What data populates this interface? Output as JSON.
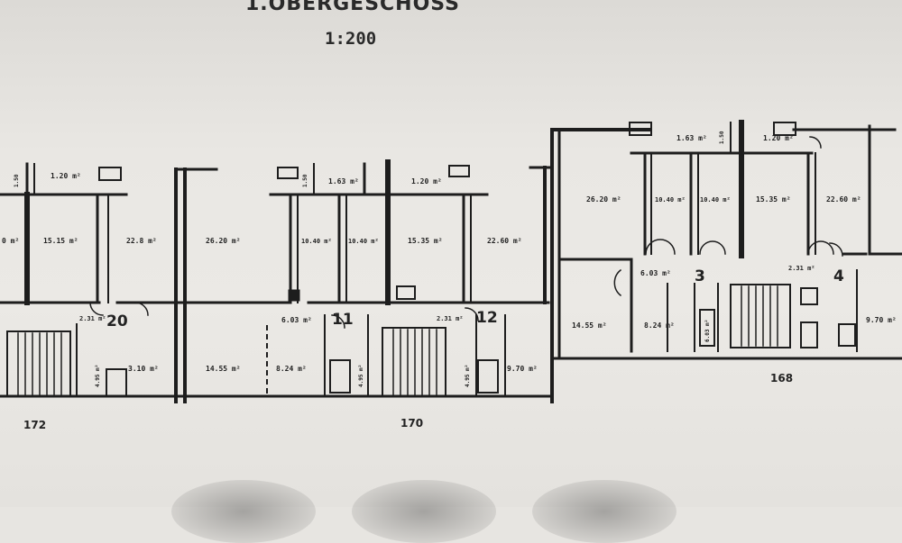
{
  "header": {
    "title": "1.OBERGESCHOSS",
    "scale": "1:200"
  },
  "rooms": {
    "r1": "0 m²",
    "r2": "15.15 m²",
    "r3": "22.8 m²",
    "r4": "1.20 m²",
    "r5": "1.50",
    "r6": "26.20 m²",
    "r7": "10.40 m²",
    "r8": "10.40 m²",
    "r9": "1.63 m²",
    "r10": "1.50",
    "r11": "1.20 m²",
    "r12": "15.35 m²",
    "r13": "22.60 m²",
    "r14": "26.20 m²",
    "r15": "10.40 m²",
    "r16": "10.40 m²",
    "r17": "15.35 m²",
    "r18": "22.60 m²",
    "r19": "1.63 m²",
    "r20": "1.20 m²",
    "r21": "1.50",
    "r22": "6.03 m²",
    "r23": "2.31 m²",
    "r24": "14.55 m²",
    "r25": "8.24 m²",
    "r26": "9.70 m²",
    "r27": "3.10 m²",
    "r28": "14.55 m²",
    "r29": "8.24 m²",
    "r30": "9.70 m²",
    "r31": "6.03 m²",
    "r32": "2.31 m²",
    "r33": "2.31 m²",
    "r34": "4.95 m²",
    "r35": "4.95 m²",
    "r36": "4.95 m²",
    "r37": "6.03 m²"
  },
  "units": {
    "u20": "20",
    "u11": "11",
    "u12": "12",
    "u3": "3",
    "u4": "4"
  },
  "buildings": {
    "b172": "172",
    "b170": "170",
    "b168": "168"
  }
}
